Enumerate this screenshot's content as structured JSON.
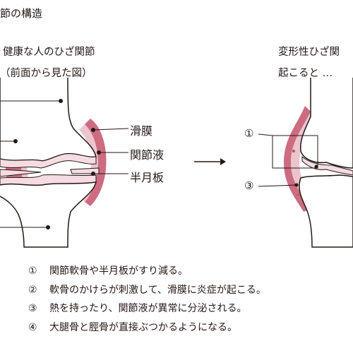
{
  "title": "節の構造",
  "healthy": {
    "title": "健康な人のひざ関節",
    "subtitle": "（前面から見た図）"
  },
  "changed": {
    "title": "変形性ひざ関",
    "subtitle": "起こると …"
  },
  "labels": {
    "synovium": "滑膜",
    "synovial_fluid": "関節液",
    "meniscus": "半月板"
  },
  "markers": [
    "①",
    "③"
  ],
  "steps": [
    {
      "num": "①",
      "text": "関節軟骨や半月板がすり減る。"
    },
    {
      "num": "②",
      "text": "軟骨のかけらが刺激して、滑膜に炎症が起こる。"
    },
    {
      "num": "③",
      "text": "熱を持ったり、関節液が異常に分泌される。"
    },
    {
      "num": "④",
      "text": "大腿骨と脛骨が直接ぶつかるようになる。"
    }
  ],
  "colors": {
    "synovium": "#c4526b",
    "synovium_light": "#ecc4cd",
    "cartilage": "#f5dce2",
    "line": "#231815"
  }
}
